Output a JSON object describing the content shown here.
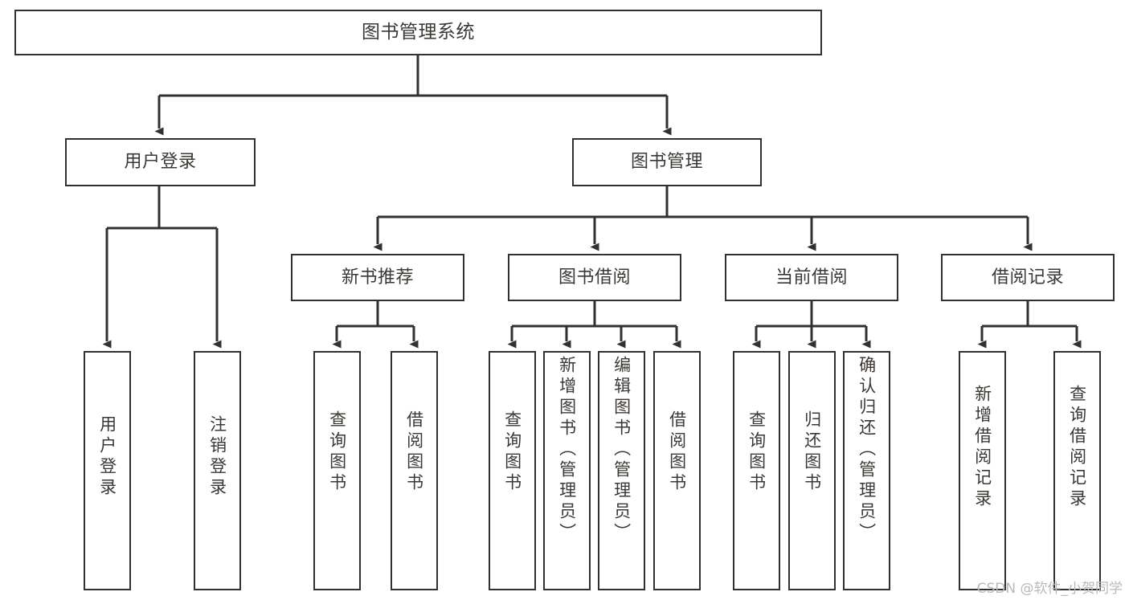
{
  "diagram": {
    "title": "图书管理系统",
    "watermark": "CSDN @软件_小贺同学",
    "colors": {
      "box_border": "#33302e",
      "connector": "#33302e",
      "text": "#3b3835",
      "background": "#ffffff",
      "watermark": "#b9b9b9"
    },
    "root": {
      "label": "图书管理系统"
    },
    "level2": [
      {
        "label": "用户登录"
      },
      {
        "label": "图书管理"
      }
    ],
    "level3": [
      {
        "label": "新书推荐"
      },
      {
        "label": "图书借阅"
      },
      {
        "label": "当前借阅"
      },
      {
        "label": "借阅记录"
      }
    ],
    "leaves": {
      "user_login": [
        {
          "label": "用户登录"
        },
        {
          "label": "注销登录"
        }
      ],
      "new_book_recommend": [
        {
          "label": "查询图书"
        },
        {
          "label": "借阅图书"
        }
      ],
      "book_borrow": [
        {
          "label": "查询图书"
        },
        {
          "label": "新增图书（管理员）"
        },
        {
          "label": "编辑图书（管理员）"
        },
        {
          "label": "借阅图书"
        }
      ],
      "current_borrow": [
        {
          "label": "查询图书"
        },
        {
          "label": "归还图书"
        },
        {
          "label": "确认归还（管理员）"
        }
      ],
      "borrow_record": [
        {
          "label": "新增借阅记录"
        },
        {
          "label": "查询借阅记录"
        }
      ]
    }
  }
}
